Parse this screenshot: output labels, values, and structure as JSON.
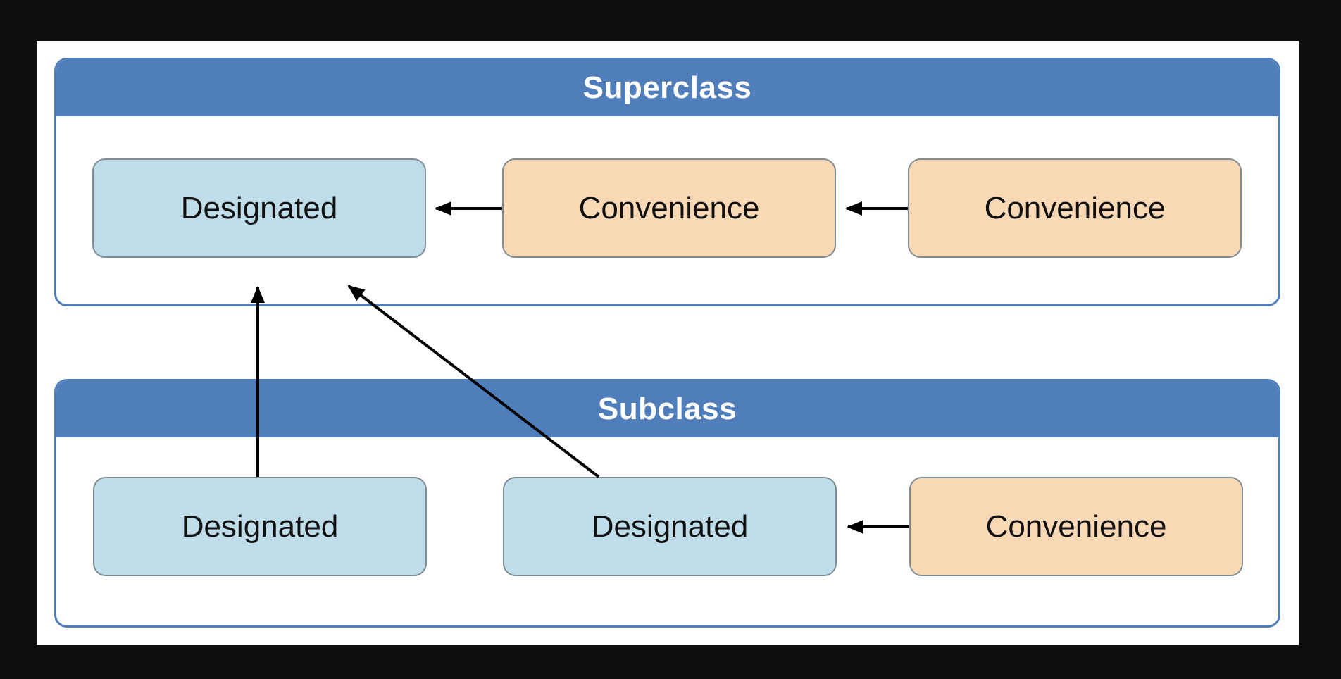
{
  "superclass": {
    "title": "Superclass",
    "nodes": [
      {
        "label": "Designated",
        "kind": "designated"
      },
      {
        "label": "Convenience",
        "kind": "convenience"
      },
      {
        "label": "Convenience",
        "kind": "convenience"
      }
    ]
  },
  "subclass": {
    "title": "Subclass",
    "nodes": [
      {
        "label": "Designated",
        "kind": "designated"
      },
      {
        "label": "Designated",
        "kind": "designated"
      },
      {
        "label": "Convenience",
        "kind": "convenience"
      }
    ]
  },
  "edges": [
    {
      "from": "superclass.nodes.1",
      "to": "superclass.nodes.0"
    },
    {
      "from": "superclass.nodes.2",
      "to": "superclass.nodes.1"
    },
    {
      "from": "subclass.nodes.0",
      "to": "superclass.nodes.0"
    },
    {
      "from": "subclass.nodes.1",
      "to": "superclass.nodes.0"
    },
    {
      "from": "subclass.nodes.2",
      "to": "subclass.nodes.1"
    }
  ],
  "colors": {
    "header": "#4f7ebb",
    "designated_fill": "#bfdde8",
    "convenience_fill": "#f9d8b6",
    "background": "#0e0e0e",
    "arrow": "#000000"
  }
}
